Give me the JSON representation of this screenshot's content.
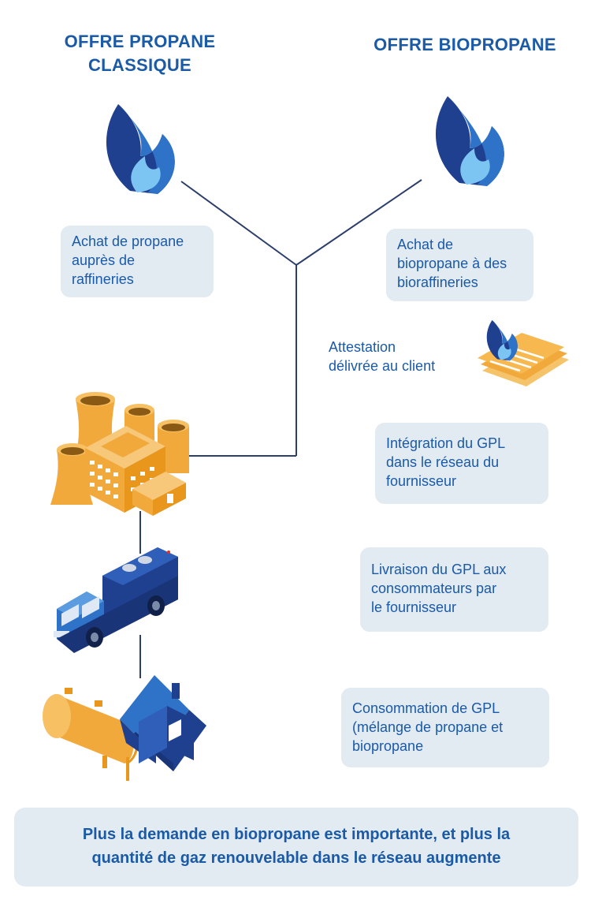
{
  "titles": {
    "classic": "OFFRE PROPANE\nCLASSIQUE",
    "bio": "OFFRE BIOPROPANE"
  },
  "steps": {
    "classic_purchase": "Achat de propane\nauprès de\nraffineries",
    "bio_purchase": "Achat de\nbiopropane à des\nbioraffineries",
    "attestation": "Attestation\ndélivrée au client",
    "integration": "Intégration du GPL\ndans le réseau du\nfournisseur",
    "delivery": "Livraison du GPL aux\nconsommateurs par\nle fournisseur",
    "consumption": "Consommation de GPL\n(mélange de propane et\nbiopropane"
  },
  "footer": "Plus la demande en biopropane est importante, et plus la\nquantité de gaz renouvelable dans le réseau augmente",
  "icons": [
    "flame-icon",
    "flame-icon",
    "document-flame-icon",
    "refinery-icon",
    "tanker-truck-icon",
    "gas-tank-icon",
    "house-icon"
  ],
  "colors": {
    "primary": "#1a5aa6",
    "box": "#e2eaf2",
    "orange": "#f2a93b",
    "navy": "#1f3f8f",
    "line": "#2c3e6b"
  }
}
